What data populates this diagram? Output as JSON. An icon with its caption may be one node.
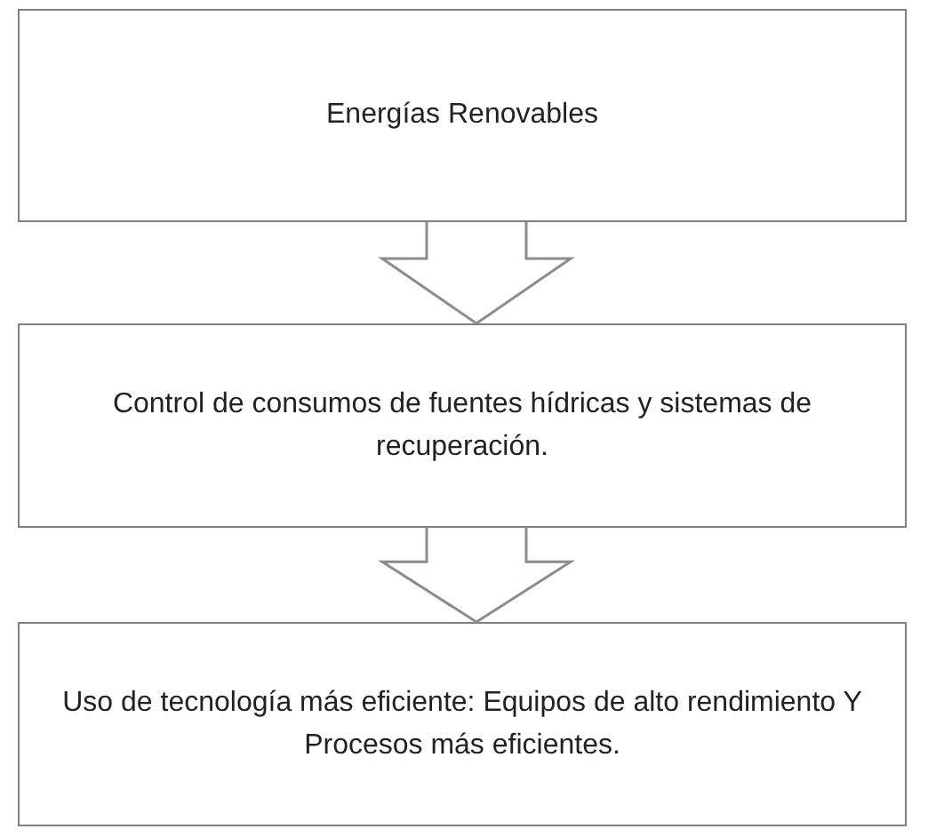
{
  "diagram": {
    "nodes": [
      {
        "text": [
          "Energías Renovables"
        ]
      },
      {
        "text": [
          "Control de consumos de fuentes hídricas y sistemas de recuperación."
        ]
      },
      {
        "text": [
          "Uso de tecnología más eficiente: Equipos de alto rendimiento Y Procesos más eficientes."
        ]
      }
    ],
    "edges": [
      {
        "from": 0,
        "to": 1,
        "arrow": "to"
      },
      {
        "from": 1,
        "to": 2,
        "arrow": "to"
      }
    ]
  }
}
